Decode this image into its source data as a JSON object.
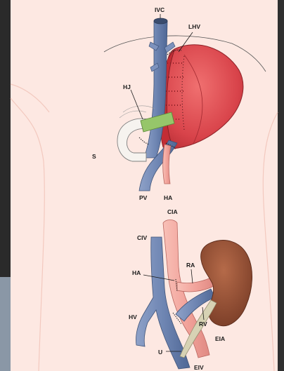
{
  "labels": {
    "ivc": "IVC",
    "lhv": "LHV",
    "hj": "HJ",
    "s": "S",
    "pv": "PV",
    "ha_top": "HA",
    "cia": "CIA",
    "civ": "CIV",
    "ha_bottom": "HA",
    "ra": "RA",
    "hv": "HV",
    "rv": "RV",
    "u": "U",
    "eia": "EIA",
    "eiv": "EIV"
  },
  "colors": {
    "skin": "#fde8e2",
    "liver": "#d8434a",
    "vein": "#6f86b3",
    "artery": "#f2a39b",
    "bile_graft": "#96c66a",
    "kidney": "#8c4a30",
    "ureter": "#d7d2b4"
  }
}
